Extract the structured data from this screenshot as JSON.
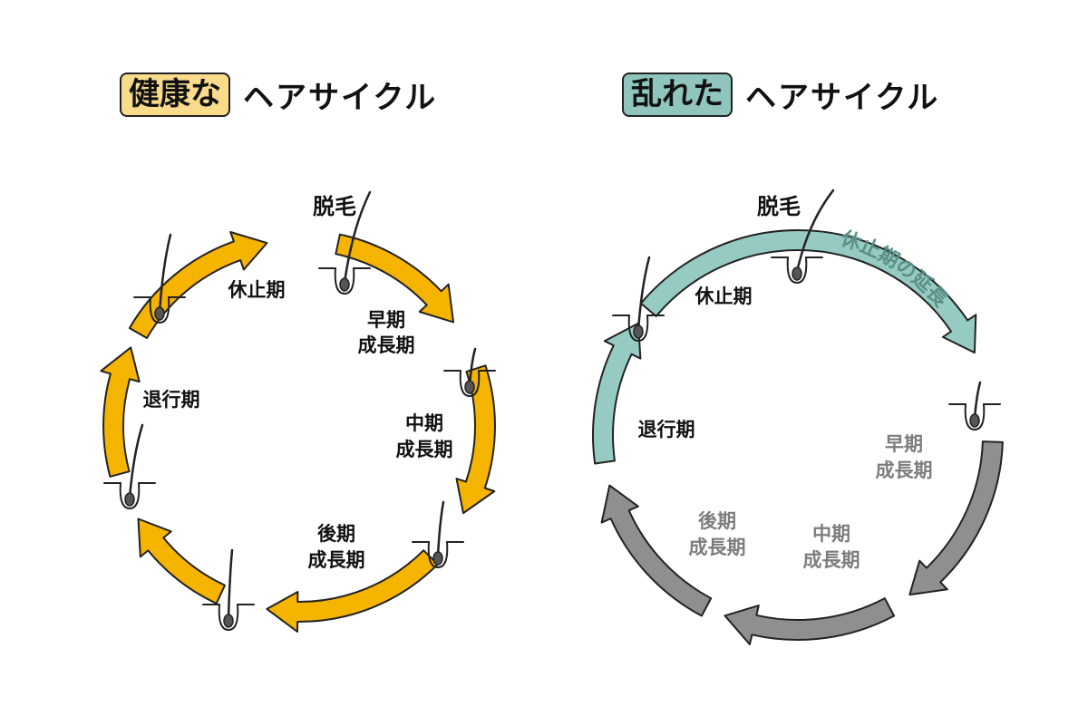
{
  "colors": {
    "healthy_badge": "#f8dc8c",
    "healthy_arrow": "#f4b400",
    "disturbed_badge": "#8fc5bd",
    "disturbed_arrow": "#95cbc3",
    "gray_arrow": "#8f8f8f",
    "gray_text": "#7d7d7d",
    "teal_text": "#5b8f88",
    "outline": "#222222"
  },
  "left": {
    "badge": "健康な",
    "title": "ヘアサイクル",
    "labels": {
      "shedding": "脱毛",
      "telogen": "休止期",
      "early_line1": "早期",
      "early_line2": "成長期",
      "middle_line1": "中期",
      "middle_line2": "成長期",
      "late_line1": "後期",
      "late_line2": "成長期",
      "catagen": "退行期"
    }
  },
  "right": {
    "badge": "乱れた",
    "title": "ヘアサイクル",
    "labels": {
      "shedding": "脱毛",
      "telogen": "休止期",
      "extension": "休止期の延長",
      "early_line1": "早期",
      "early_line2": "成長期",
      "middle_line1": "中期",
      "middle_line2": "成長期",
      "late_line1": "後期",
      "late_line2": "成長期",
      "catagen": "退行期"
    }
  }
}
